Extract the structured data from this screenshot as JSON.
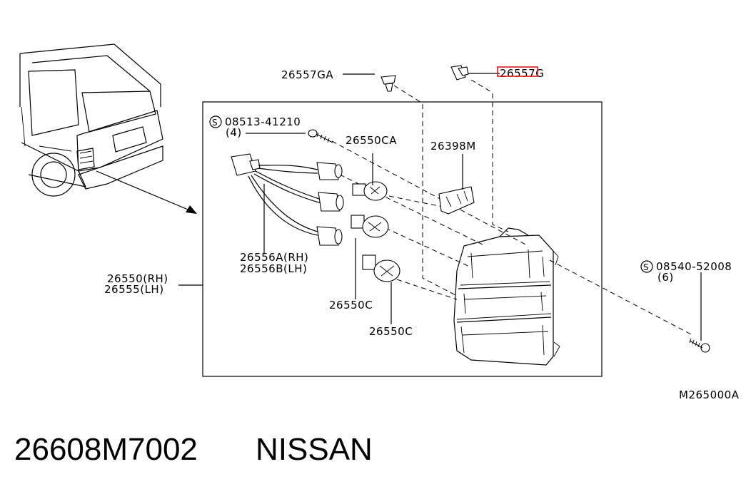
{
  "labels": {
    "grommet_a": "26557GA",
    "grommet_g": "26557G",
    "screw_top_code": "08513-41210",
    "screw_top_qty": "(4)",
    "bulb_ca": "26550CA",
    "bracket": "26398M",
    "socket_rh": "26556A(RH)",
    "socket_lh": "26556B(LH)",
    "lamp_rh": "26550(RH)",
    "lamp_lh": "26555(LH)",
    "bulb_c_1": "26550C",
    "bulb_c_2": "26550C",
    "screw_right_code": "08540-52008",
    "screw_right_qty": "(6)",
    "diagram_code": "M265000A",
    "screw_symbol": "S"
  },
  "footer": {
    "part_number": "26608M7002",
    "brand": "NISSAN"
  },
  "highlight": {
    "target": "26557G",
    "color": "#e0161b"
  }
}
